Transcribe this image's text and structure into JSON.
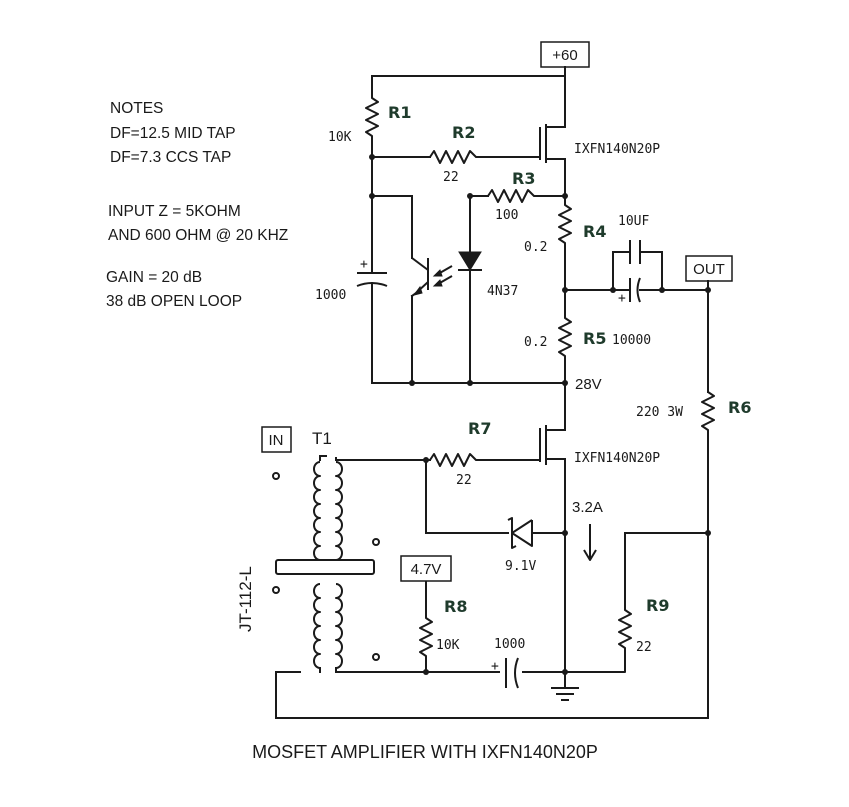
{
  "caption": "MOSFET AMPLIFIER WITH IXFN140N20P",
  "notes": [
    "NOTES",
    "DF=12.5 MID TAP",
    "DF=7.3 CCS TAP",
    "INPUT Z = 5KOHM",
    "AND 600 OHM @ 20 KHZ",
    "GAIN = 20 dB",
    "38 dB OPEN LOOP"
  ],
  "rails": {
    "supply": "+60",
    "output": "OUT",
    "input": "IN",
    "bias": "4.7V"
  },
  "nets": {
    "mid_voltage": "28V",
    "current": "3.2A"
  },
  "transformer": {
    "ref": "T1",
    "part": "JT-112-L"
  },
  "resistors": {
    "r1": {
      "ref": "R1",
      "value": "10K"
    },
    "r2": {
      "ref": "R2",
      "value": "22"
    },
    "r3": {
      "ref": "R3",
      "value": "100"
    },
    "r4": {
      "ref": "R4",
      "value": "0.2"
    },
    "r5": {
      "ref": "R5",
      "value": "0.2"
    },
    "r6": {
      "ref": "R6",
      "value": "220 3W"
    },
    "r7": {
      "ref": "R7",
      "value": "22"
    },
    "r8": {
      "ref": "R8",
      "value": "10K"
    },
    "r9": {
      "ref": "R9",
      "value": "22"
    }
  },
  "capacitors": {
    "c_feedback": "1000",
    "c_out_small": "10UF",
    "c_out_big": "10000",
    "c_bottom": "1000",
    "plus": "+"
  },
  "semis": {
    "q_upper": "IXFN140N20P",
    "q_lower": "IXFN140N20P",
    "opto": "4N37",
    "zener": "9.1V"
  }
}
